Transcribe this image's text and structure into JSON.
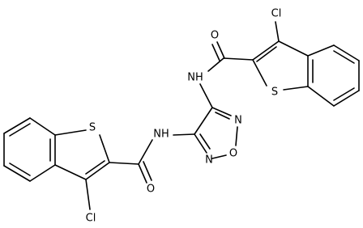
{
  "atoms": {
    "cl_top": "Cl",
    "o_top": "O",
    "nh_top": "NH",
    "s_top": "S",
    "n_ring_right": "N",
    "o_ring": "O",
    "n_ring_left": "N",
    "nh_left": "NH",
    "s_left": "S",
    "o_left": "O",
    "cl_left": "Cl"
  }
}
